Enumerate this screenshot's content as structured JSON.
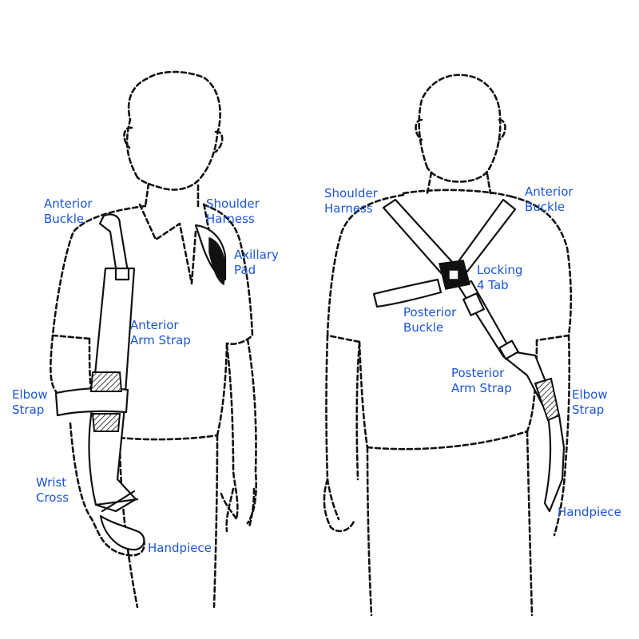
{
  "front_labels": {
    "anterior_buckle": [
      "Anterior",
      "Buckle"
    ],
    "shoulder_harness": [
      "Shoulder",
      "Harness"
    ],
    "axillary_pad": [
      "Axillary",
      "Pad"
    ],
    "anterior_arm_strap": [
      "Anterior",
      "Arm Strap"
    ],
    "elbow_strap": [
      "Elbow",
      "Strap"
    ],
    "wrist_cross": [
      "Wrist",
      "Cross"
    ],
    "handpiece": "Handpiece"
  },
  "back_labels": {
    "shoulder_harness": [
      "Shoulder",
      "Harness"
    ],
    "anterior_buckle": [
      "Anterior",
      "Buckle"
    ],
    "locking_tab": [
      "Locking",
      "4 Tab"
    ],
    "posterior_buckle": [
      "Posterior",
      "Buckle"
    ],
    "posterior_arm_strap": [
      "Posterior",
      "Arm Strap"
    ],
    "elbow_strap": [
      "Elbow",
      "Strap"
    ],
    "handpiece": "Handpiece"
  },
  "colors": {
    "label": "#1a55d6",
    "line": "#111111",
    "background": "#ffffff"
  }
}
